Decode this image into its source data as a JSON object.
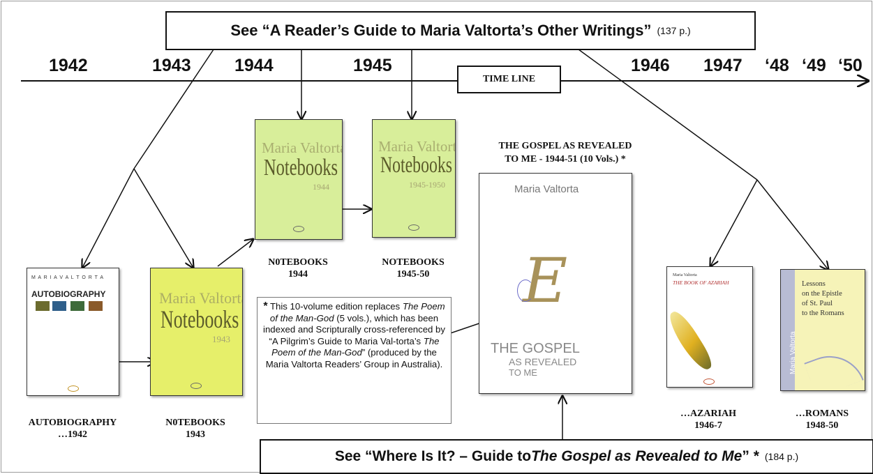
{
  "top_box": {
    "text": "See “A Reader’s Guide to Maria Valtorta’s Other Writings”",
    "pages": "(137 p.)"
  },
  "bottom_box": {
    "text_prefix": "See “Where Is It? – Guide to ",
    "text_italic": "The Gospel as Revealed to Me",
    "text_suffix": "” *",
    "pages": "(184 p.)"
  },
  "timeline": {
    "label": "TIME LINE",
    "years": [
      "1942",
      "1943",
      "1944",
      "1945",
      "1946",
      "1947",
      "‘48",
      "‘49",
      "‘50"
    ]
  },
  "books": {
    "autobiography": {
      "cover_letters": "M A R I A   V A L T O R T A",
      "cover_title": "AUTOBIOGRAPHY",
      "caption_line1": "AUTOBIOGRAPHY",
      "caption_line2": "…1942"
    },
    "notebooks_1943": {
      "cover_author": "Maria Valtorta",
      "cover_title": "Notebooks",
      "cover_year": "1943",
      "caption_line1": "N0TEBOOKS",
      "caption_line2": "1943"
    },
    "notebooks_1944": {
      "cover_author": "Maria Valtorta",
      "cover_title": "Notebooks",
      "cover_year": "1944",
      "caption_line1": "N0TEBOOKS",
      "caption_line2": "1944"
    },
    "notebooks_1945": {
      "cover_author": "Maria Valtorta",
      "cover_title": "Notebooks",
      "cover_year": "1945-1950",
      "caption_line1": "NOTEBOOKS",
      "caption_line2": "1945-50"
    },
    "gospel": {
      "title_line1": "THE GOSPEL AS REVEALED",
      "title_line2": "TO ME  -  1944-51  (10 Vols.) *",
      "cover_author": "Maria Valtorta",
      "cover_glyph": "E",
      "cover_line1": "THE GOSPEL",
      "cover_line2": "AS REVEALED",
      "cover_line3": "TO ME"
    },
    "azariah": {
      "cover_author": "Maria Valtorta",
      "cover_title": "THE BOOK OF AZARIAH",
      "caption_line1": "…AZARIAH",
      "caption_line2": "1946-7"
    },
    "romans": {
      "cover_spine": "Maria Valtorta",
      "cover_line1": "Lessons",
      "cover_line2": "on the Epistle",
      "cover_line3": "of St. Paul",
      "cover_line4": "to the Romans",
      "caption_line1": "…ROMANS",
      "caption_line2": "1948-50"
    }
  },
  "note": {
    "star": "*",
    "seg1": " This 10-volume edition replaces ",
    "seg2_italic": "The Poem of the Man-God",
    "seg3": " (5 vols.), which has been indexed and Scripturally cross-referenced by “A Pilgrim’s Guide to Maria Val-torta’s ",
    "seg4_italic": "The Poem of the Man-God",
    "seg5": "” (produced by the Maria Valtorta Readers’ Group in Australia)."
  },
  "colors": {
    "notebook_yellow": "#e6ef6a",
    "notebook_green": "#d8ee9a",
    "romans_cover": "#f6f3b8",
    "gospel_glyph": "#a8925a"
  }
}
